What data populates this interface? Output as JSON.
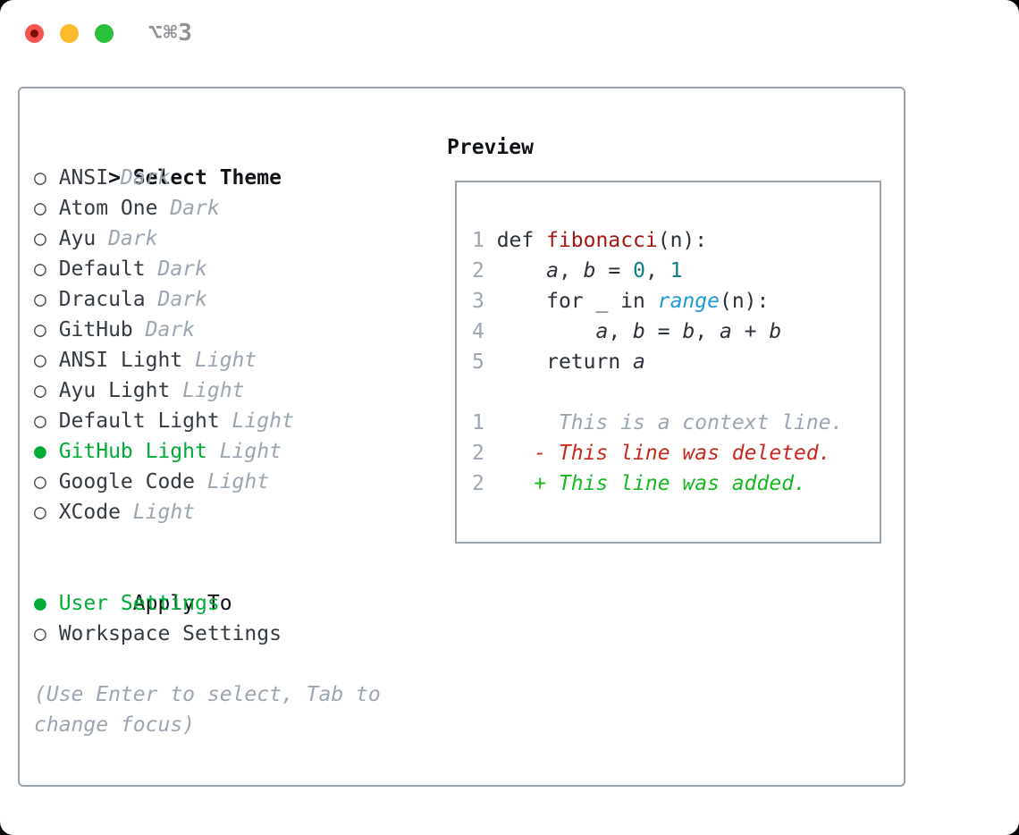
{
  "window": {
    "shortcut": "⌥⌘3",
    "controls": [
      {
        "name": "close"
      },
      {
        "name": "minimize"
      },
      {
        "name": "zoom"
      }
    ]
  },
  "theme_picker": {
    "prompt": ">",
    "title": "Select Theme",
    "items": [
      {
        "label": "ANSI",
        "tag": "Dark",
        "selected": false
      },
      {
        "label": "Atom One",
        "tag": "Dark",
        "selected": false
      },
      {
        "label": "Ayu",
        "tag": "Dark",
        "selected": false
      },
      {
        "label": "Default",
        "tag": "Dark",
        "selected": false
      },
      {
        "label": "Dracula",
        "tag": "Dark",
        "selected": false
      },
      {
        "label": "GitHub",
        "tag": "Dark",
        "selected": false
      },
      {
        "label": "ANSI Light",
        "tag": "Light",
        "selected": false
      },
      {
        "label": "Ayu Light",
        "tag": "Light",
        "selected": false
      },
      {
        "label": "Default Light",
        "tag": "Light",
        "selected": false
      },
      {
        "label": "GitHub Light",
        "tag": "Light",
        "selected": true
      },
      {
        "label": "Google Code",
        "tag": "Light",
        "selected": false
      },
      {
        "label": "XCode",
        "tag": "Light",
        "selected": false
      }
    ],
    "apply_to": {
      "title": "Apply To",
      "options": [
        {
          "label": "User Settings",
          "selected": true
        },
        {
          "label": "Workspace Settings",
          "selected": false
        }
      ]
    },
    "hint_lines": [
      "(Use Enter to select, Tab to",
      "change focus)"
    ]
  },
  "preview": {
    "title": "Preview",
    "lines": [
      [
        {
          "t": "1",
          "c": "gut"
        },
        {
          "t": " def ",
          "c": "code"
        },
        {
          "t": "fibonacci",
          "c": "fn"
        },
        {
          "t": "(n):",
          "c": "code"
        }
      ],
      [
        {
          "t": "2",
          "c": "gut"
        },
        {
          "t": "     ",
          "c": "code"
        },
        {
          "t": "a",
          "c": "var"
        },
        {
          "t": ", ",
          "c": "code"
        },
        {
          "t": "b",
          "c": "var"
        },
        {
          "t": " = ",
          "c": "code"
        },
        {
          "t": "0",
          "c": "num"
        },
        {
          "t": ", ",
          "c": "code"
        },
        {
          "t": "1",
          "c": "num"
        }
      ],
      [
        {
          "t": "3",
          "c": "gut"
        },
        {
          "t": "     for _ in ",
          "c": "code"
        },
        {
          "t": "range",
          "c": "call"
        },
        {
          "t": "(n):",
          "c": "code"
        }
      ],
      [
        {
          "t": "4",
          "c": "gut"
        },
        {
          "t": "         ",
          "c": "code"
        },
        {
          "t": "a",
          "c": "var"
        },
        {
          "t": ", ",
          "c": "code"
        },
        {
          "t": "b",
          "c": "var"
        },
        {
          "t": " = ",
          "c": "code"
        },
        {
          "t": "b",
          "c": "var"
        },
        {
          "t": ", ",
          "c": "code"
        },
        {
          "t": "a",
          "c": "var"
        },
        {
          "t": " + ",
          "c": "code"
        },
        {
          "t": "b",
          "c": "var"
        }
      ],
      [
        {
          "t": "5",
          "c": "gut"
        },
        {
          "t": "     return ",
          "c": "code"
        },
        {
          "t": "a",
          "c": "var"
        }
      ],
      [],
      [
        {
          "t": "1",
          "c": "gut"
        },
        {
          "t": "      ",
          "c": "code"
        },
        {
          "t": "This is a context line.",
          "c": "ctx"
        }
      ],
      [
        {
          "t": "2",
          "c": "gut"
        },
        {
          "t": "    ",
          "c": "code"
        },
        {
          "t": "- This line was deleted.",
          "c": "del"
        }
      ],
      [
        {
          "t": "2",
          "c": "gut"
        },
        {
          "t": "    ",
          "c": "code"
        },
        {
          "t": "+ This line was added.",
          "c": "add"
        }
      ]
    ]
  },
  "colors": {
    "accent_green": "#00ac38",
    "added": "#17b71f",
    "deleted": "#c8281e",
    "function": "#a41712",
    "number": "#0d7e7e",
    "call": "#1e9bd7",
    "muted": "#9ba6b2",
    "text": "#343b42",
    "heading": "#101418",
    "border": "#99a1ab",
    "traffic_red": "#f5554e",
    "traffic_red_dot": "#7f0d07",
    "traffic_yellow": "#fcbb2d",
    "traffic_green": "#2ac03c",
    "shortcut": "#8d9399"
  }
}
